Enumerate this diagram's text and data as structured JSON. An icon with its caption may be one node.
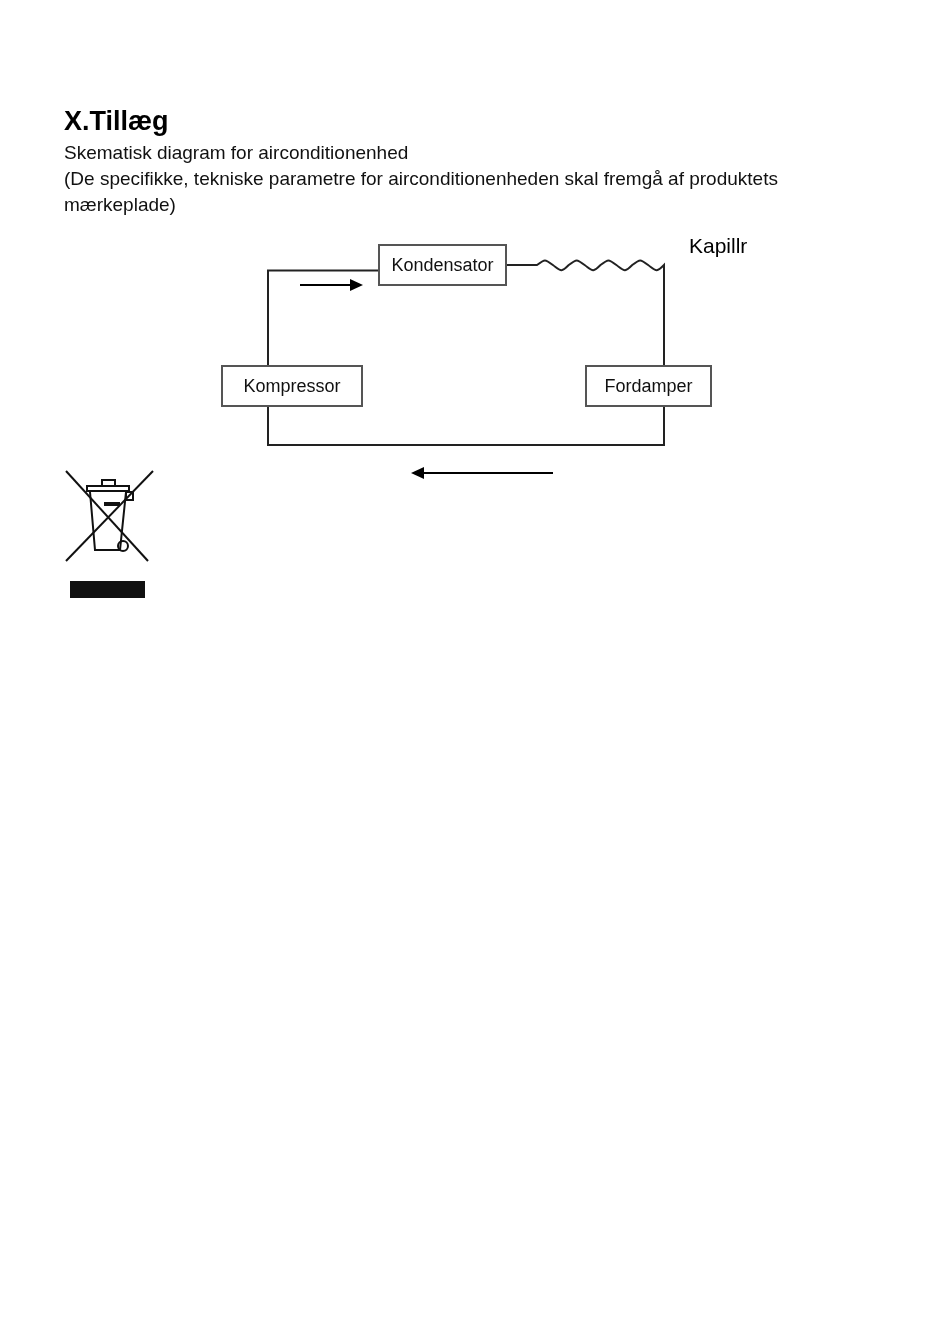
{
  "diagram": {
    "title": "X.Tillæg",
    "nodes": [
      {
        "text": [
          "Kondensator"
        ]
      },
      {
        "text": [
          "Kompressor"
        ]
      },
      {
        "text": [
          "Fordamper"
        ]
      }
    ],
    "edges": [
      {
        "from": 1,
        "to": 0,
        "arrow": "none"
      },
      {
        "from": 0,
        "to": 2,
        "arrow": "none"
      },
      {
        "from": 2,
        "to": 1,
        "arrow": "none"
      }
    ],
    "labels": [
      "Skematisk diagram for airconditionenhed",
      "(De specifikke, tekniske parametre for airconditionenheden skal fremgå af produktets mærkeplade)",
      "Kapillr"
    ]
  }
}
